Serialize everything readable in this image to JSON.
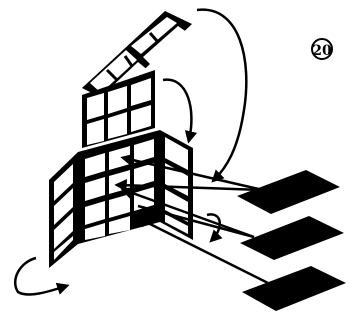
{
  "figure": {
    "number_label": "20",
    "colors": {
      "ink": "#000000",
      "paper": "#ffffff"
    },
    "grid_panels": [
      "top-panel",
      "upper-front-panel",
      "left-wing-panel",
      "lower-front-panel",
      "right-wing-panel"
    ],
    "tiles": 3,
    "arrows": [
      "top-arc-arrow",
      "hook-arrow",
      "small-curl-arrow",
      "bottom-left-hook-arrow"
    ]
  }
}
